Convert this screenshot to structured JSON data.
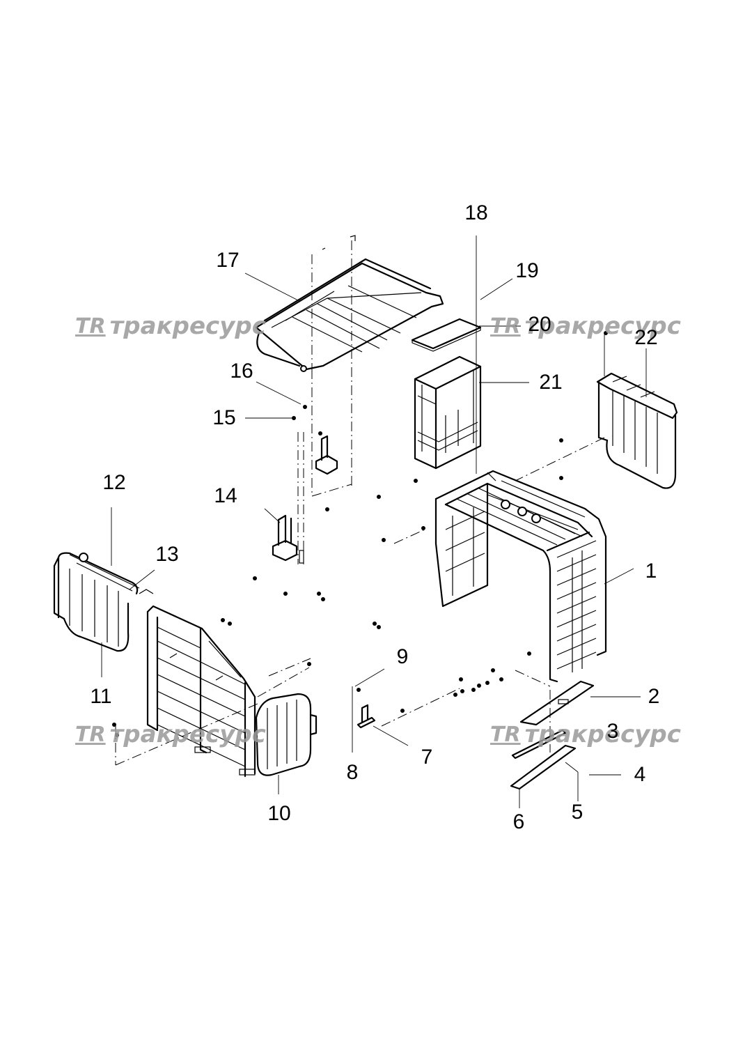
{
  "callouts": [
    "1",
    "2",
    "3",
    "4",
    "5",
    "6",
    "7",
    "8",
    "9",
    "10",
    "11",
    "12",
    "13",
    "14",
    "15",
    "16",
    "17",
    "18",
    "19",
    "20",
    "21",
    "22"
  ],
  "watermark": {
    "brand": "тракресурс",
    "logo": "TR"
  },
  "colors": {
    "line": "#000000",
    "watermark": "#9a9a9a",
    "background": "#ffffff"
  }
}
